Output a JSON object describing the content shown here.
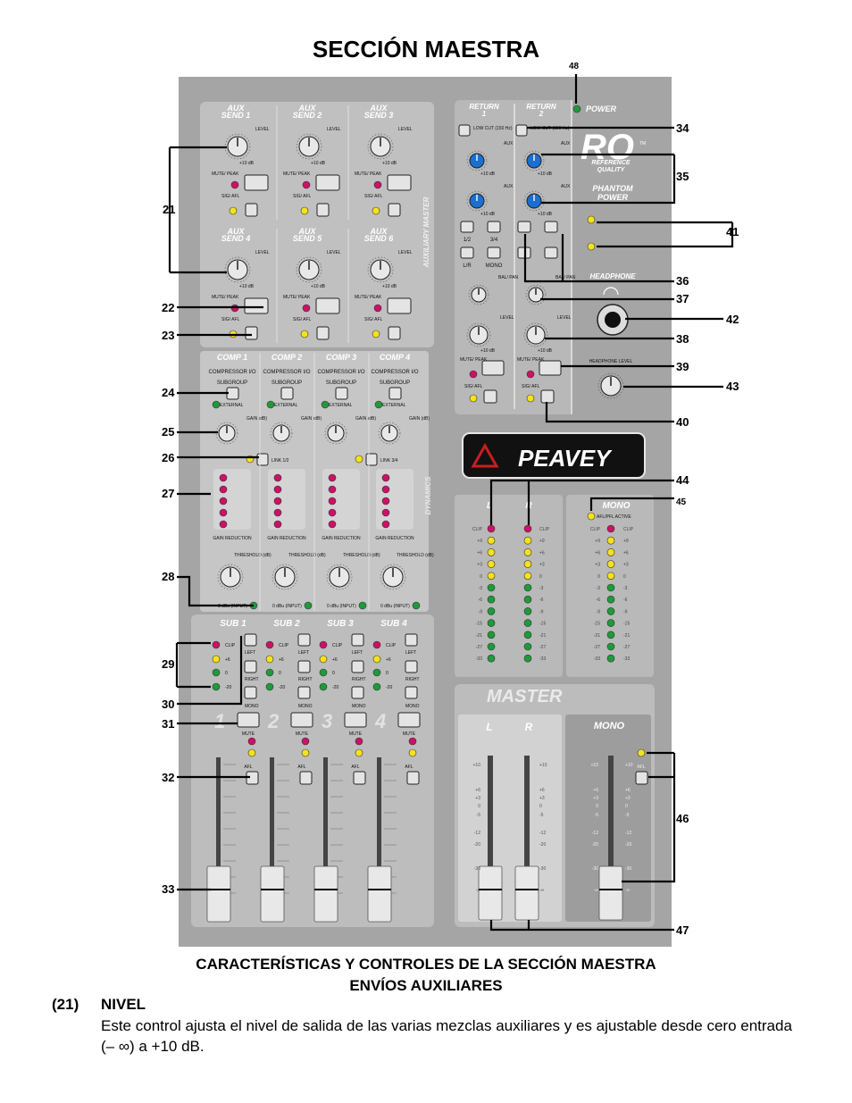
{
  "title": "SECCIÓN MAESTRA",
  "callouts": [
    "21",
    "22",
    "23",
    "24",
    "25",
    "26",
    "27",
    "28",
    "29",
    "30",
    "31",
    "32",
    "33",
    "34",
    "35",
    "36",
    "37",
    "38",
    "39",
    "40",
    "41",
    "42",
    "43",
    "44",
    "45",
    "46",
    "47",
    "48"
  ],
  "panel": {
    "aux_sends": [
      "AUX SEND 1",
      "AUX SEND 2",
      "AUX SEND 3",
      "AUX SEND 4",
      "AUX SEND 5",
      "AUX SEND 6"
    ],
    "aux_master_label": "AUXILIARY MASTER",
    "level": "LEVEL",
    "ten_db": "+10 dB",
    "mute_peak": "MUTE/ PEAK",
    "sig_afl": "SIG/ AFL",
    "comps": [
      "COMP 1",
      "COMP 2",
      "COMP 3",
      "COMP 4"
    ],
    "compressor_io": "COMPRESSOR I/O",
    "subgroup": "SUBGROUP",
    "external": "EXTERNAL",
    "gain_db": "GAIN (dB)",
    "link_12": "LINK 1/2",
    "link_34": "LINK 3/4",
    "gain_reduction": "GAIN REDUCTION",
    "threshold": "THRESHOLD (dB)",
    "dbu_input": "0 dBu (INPUT)",
    "dynamics": "DYNAMICS",
    "subs": [
      "SUB 1",
      "SUB 2",
      "SUB 3",
      "SUB 4"
    ],
    "sub_numbers": [
      "1",
      "2",
      "3",
      "4"
    ],
    "clip": "CLIP",
    "left": "LEFT",
    "right": "RIGHT",
    "mono": "MONO",
    "mute": "MUTE",
    "afl": "AFL",
    "sub_meter_levels": [
      "+6",
      "0",
      "-20"
    ],
    "returns": [
      "RETURN 1",
      "RETURN 2"
    ],
    "low_cut": "LOW CUT (150 Hz)",
    "aux": "AUX",
    "bal_pan": "BAL/ PAN",
    "return_assign": [
      "1/2",
      "3/4",
      "L/R",
      "MONO"
    ],
    "power": "POWER",
    "ro_logo": "RO",
    "ro_tm": "TM",
    "reference_quality": "REFERENCE QUALITY",
    "phantom_power": "PHANTOM POWER",
    "headphone": "HEADPHONE",
    "headphone_level": "HEADPHONE LEVEL",
    "peavey": "PEAVEY",
    "meter_l": "L",
    "meter_r": "R",
    "meter_mono": "MONO",
    "afl_active": "AFL/PFL ACTIVE",
    "master": "MASTER",
    "fader_l": "L",
    "fader_r": "R",
    "fader_mono": "MONO",
    "main_meter_scale": [
      "CLIP",
      "+9",
      "+6",
      "+3",
      "0",
      "-3",
      "-6",
      "-9",
      "-15",
      "-21",
      "-27",
      "-33"
    ],
    "fader_scale": [
      "+10",
      "+6",
      "+3",
      "0",
      "-5",
      "-12",
      "-20",
      "-30",
      "-∞"
    ]
  },
  "caption_line1": "CARACTERÍSTICAS Y CONTROLES DE LA SECCIÓN MAESTRA",
  "caption_line2": "ENVÍOS AUXILIARES",
  "section": {
    "number": "(21)",
    "heading": "NIVEL",
    "body": "Este control ajusta el nivel de salida de las varias mezclas auxiliares y es ajustable desde cero entrada (– ∞) a +10 dB."
  },
  "colors": {
    "panel": "#a7a7a7",
    "panel_dark": "#8e8e8e",
    "section": "#c2c2c2",
    "meter_red": "#cc1166",
    "meter_yellow": "#f4e21c",
    "meter_green": "#1f9a3a",
    "knob_blue": "#1a6fd0",
    "peavey_bg": "#111111"
  }
}
